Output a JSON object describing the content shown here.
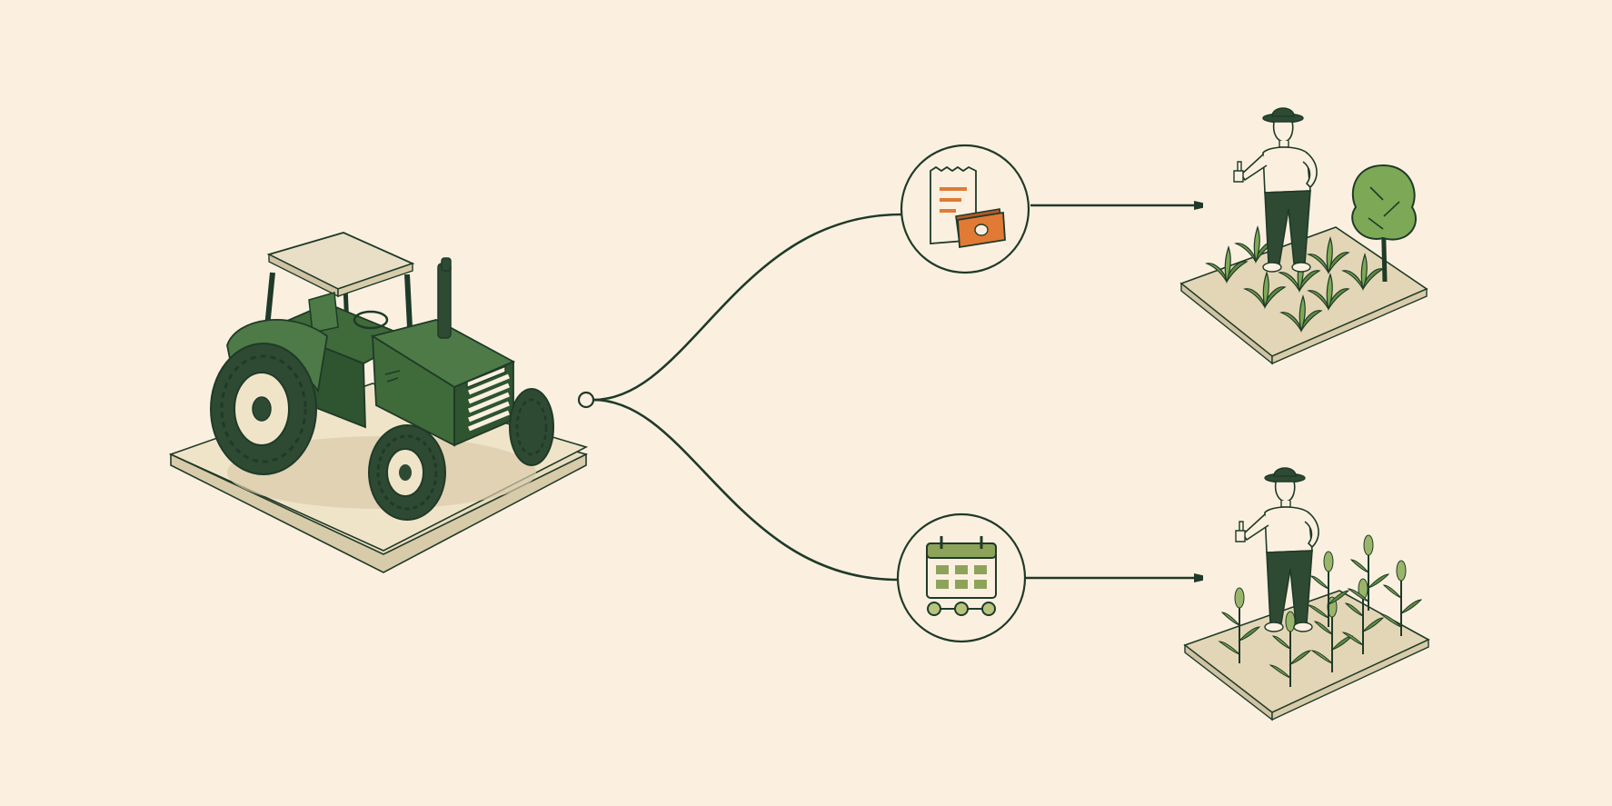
{
  "diagram": {
    "nodes": [
      {
        "id": "tractor",
        "icon": "tractor-icon"
      },
      {
        "id": "receipt-payment",
        "icon": "receipt-cash-icon"
      },
      {
        "id": "calendar-schedule",
        "icon": "calendar-schedule-icon"
      },
      {
        "id": "farmer-leafy-field",
        "icon": "farmer-thumbs-up-icon"
      },
      {
        "id": "farmer-corn-field",
        "icon": "farmer-thumbs-up-icon"
      }
    ],
    "edges": [
      {
        "from": "tractor",
        "to": "receipt-payment"
      },
      {
        "from": "receipt-payment",
        "to": "farmer-leafy-field"
      },
      {
        "from": "tractor",
        "to": "calendar-schedule"
      },
      {
        "from": "calendar-schedule",
        "to": "farmer-corn-field"
      }
    ]
  },
  "colors": {
    "background": "#fbf0e0",
    "ink": "#1f3a28",
    "tractor_green": "#3f6a3a",
    "accent_orange": "#e07a35",
    "calendar_green": "#8ea35a",
    "soil": "#d8cba9"
  }
}
